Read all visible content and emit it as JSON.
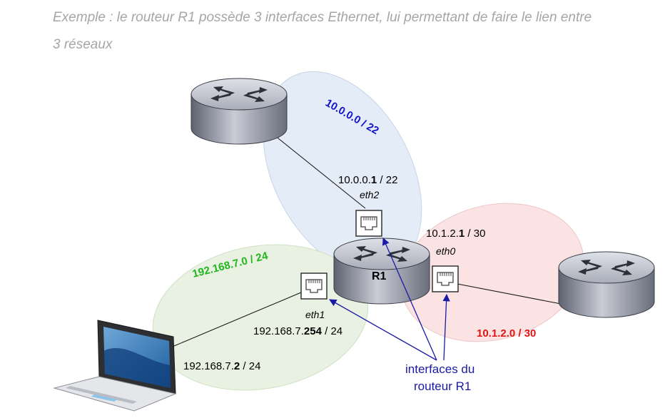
{
  "caption": {
    "line1": "Exemple : le routeur R1 possède 3 interfaces Ethernet, lui permettant de faire le lien entre",
    "line2": "3 réseaux"
  },
  "diagram": {
    "router_label": "R1",
    "networks": [
      {
        "label": "10.0.0.0 / 22",
        "color": "#1515c8"
      },
      {
        "label": "10.1.2.0 / 30",
        "color": "#e01515"
      },
      {
        "label": "192.168.7.0 / 24",
        "color": "#22b51e"
      }
    ],
    "interfaces": {
      "eth2": {
        "name": "eth2",
        "ip_prefix": "10.0.0.",
        "ip_host": "1",
        "ip_suffix": " / 22"
      },
      "eth0": {
        "name": "eth0",
        "ip_prefix": "10.1.2.",
        "ip_host": "1",
        "ip_suffix": " / 30"
      },
      "eth1": {
        "name": "eth1",
        "ip_prefix": "192.168.7.",
        "ip_host": "254",
        "ip_suffix": " / 24"
      }
    },
    "laptop_ip": {
      "prefix": "192.168.7.",
      "host": "2",
      "suffix": " / 24"
    },
    "note": {
      "line1": "interfaces du",
      "line2": "routeur R1",
      "color": "#1a1aa6"
    },
    "zone_colors": {
      "blue": "#e3ecf7",
      "red": "#fbe3e3",
      "green": "#e9f2e2"
    }
  }
}
